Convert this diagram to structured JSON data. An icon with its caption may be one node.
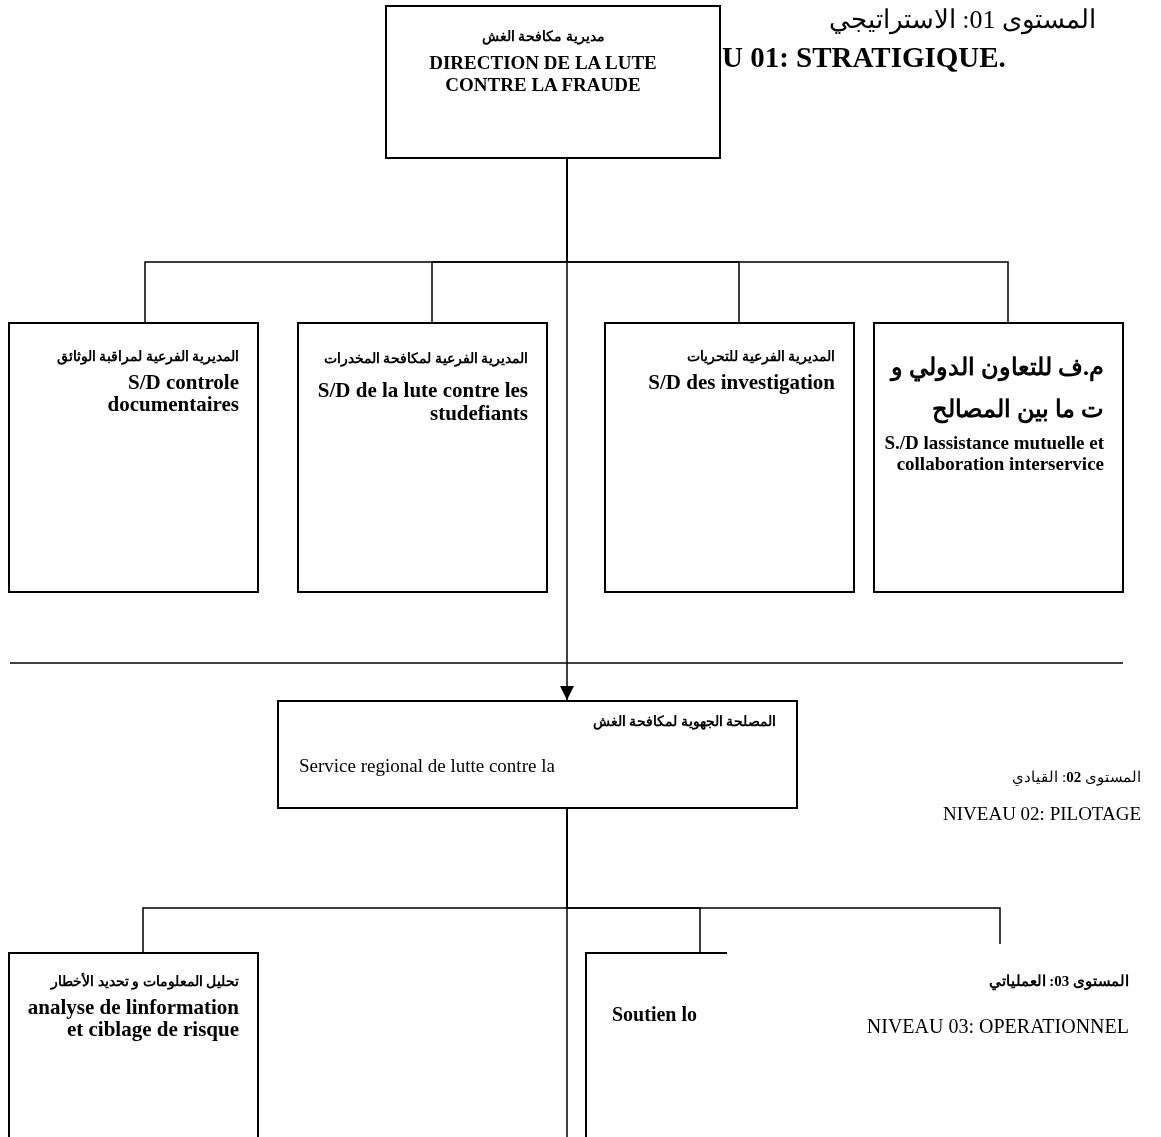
{
  "diagram": {
    "nodes": [
      {
        "text": [
          "مديرية مكافحة الغش",
          "DIRECTION DE LA LUTE CONTRE LA FRAUDE"
        ]
      },
      {
        "text": [
          "المديرية الفرعية لمراقبة الوثائق",
          "S/D controle documentaires"
        ]
      },
      {
        "text": [
          "المديرية الفرعية لمكافحة المخدرات",
          "S/D de la lute contre les studefiants"
        ]
      },
      {
        "text": [
          "المديرية الفرعية للتحريات",
          "S/D des investigation"
        ]
      },
      {
        "text": [
          "م.ف للتعاون الدولي و ت ما بين المصالح",
          "S./D lassistance mutuelle et collaboration interservice"
        ]
      },
      {
        "text": [
          "المصلحة الجهوية لمكافحة الغش",
          "Service regional de lutte contre la"
        ]
      },
      {
        "text": [
          "تحليل المعلومات و تحديد الأخطار",
          "analyse de linformation et ciblage de risque"
        ]
      },
      {
        "text": [
          "Soutien lo"
        ]
      },
      {
        "text": [
          "المستوى **03**: العملياتي",
          "NIVEAU 03: OPERATIONNEL"
        ]
      }
    ],
    "edges": [
      {
        "from": 0,
        "to": 1,
        "arrow": "none"
      },
      {
        "from": 0,
        "to": 2,
        "arrow": "none"
      },
      {
        "from": 0,
        "to": 3,
        "arrow": "none"
      },
      {
        "from": 0,
        "to": 4,
        "arrow": "none"
      },
      {
        "from": 0,
        "to": 5,
        "arrow": "to"
      },
      {
        "from": 5,
        "to": 6,
        "arrow": "none"
      },
      {
        "from": 5,
        "to": 7,
        "arrow": "none"
      },
      {
        "from": 5,
        "to": 8,
        "arrow": "none"
      },
      {
        "from": 5,
        "to": null,
        "arrow": "none"
      }
    ],
    "labels": [
      "المستوى 01: الاستراتيجي",
      "U 01: STRATIGIQUE.",
      "المستوى **02**: القيادي",
      "NIVEAU 02: PILOTAGE"
    ]
  }
}
